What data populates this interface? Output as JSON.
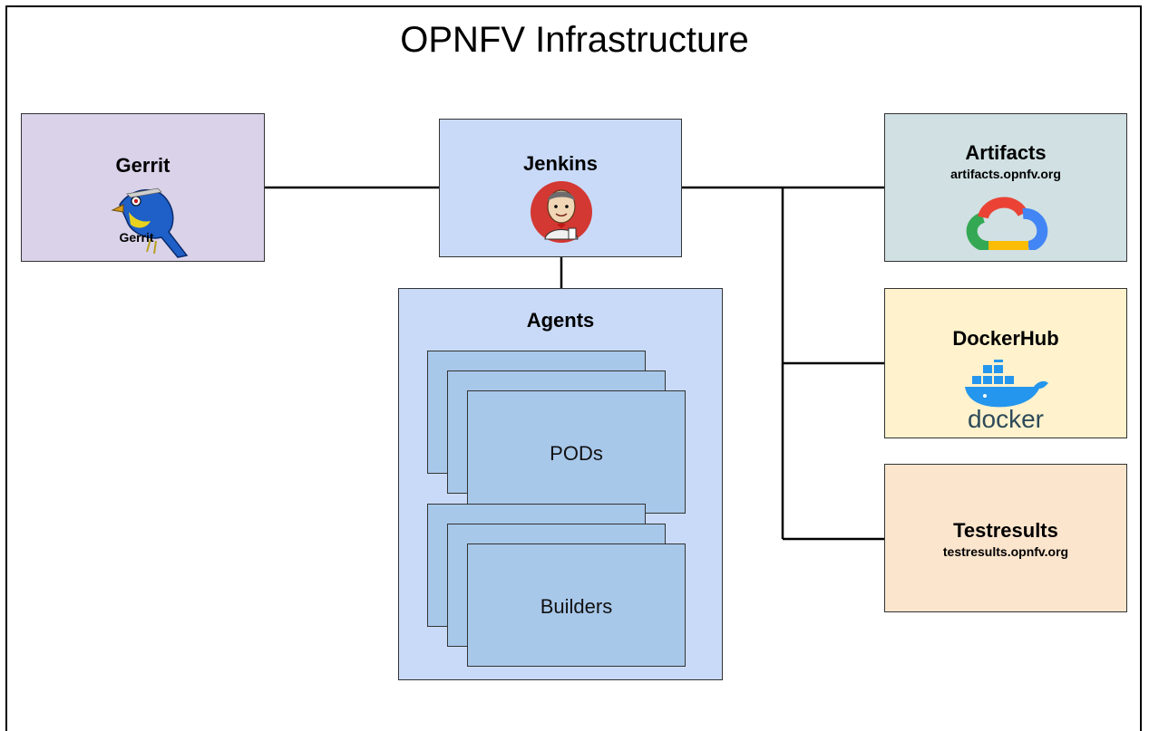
{
  "title": "OPNFV Infrastructure",
  "nodes": {
    "gerrit": {
      "label": "Gerrit",
      "logo_text": "Gerrit",
      "icon": "gerrit-bird-icon"
    },
    "jenkins": {
      "label": "Jenkins",
      "icon": "jenkins-butler-icon"
    },
    "agents": {
      "label": "Agents",
      "groups": [
        {
          "label": "PODs"
        },
        {
          "label": "Builders"
        }
      ]
    },
    "artifacts": {
      "label": "Artifacts",
      "subtitle": "artifacts.opnfv.org",
      "icon": "google-cloud-icon"
    },
    "dockerhub": {
      "label": "DockerHub",
      "logo_text": "docker",
      "icon": "docker-whale-icon"
    },
    "testresults": {
      "label": "Testresults",
      "subtitle": "testresults.opnfv.org"
    }
  },
  "colors": {
    "gerrit_bg": "#d9d2e9",
    "jenkins_bg": "#c9daf8",
    "agents_bg": "#c9daf8",
    "card_bg": "#a8c8ea",
    "artifacts_bg": "#d0e0e3",
    "dockerhub_bg": "#fff2cc",
    "testresults_bg": "#fce5cd"
  }
}
